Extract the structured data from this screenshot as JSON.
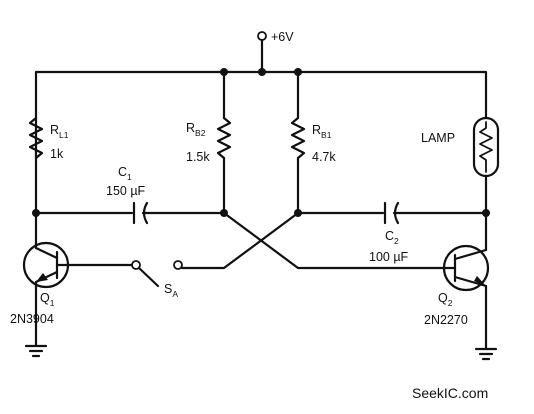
{
  "supply": {
    "label": "+6V"
  },
  "resistors": {
    "rl1": {
      "name": "R",
      "sub": "L1",
      "value": "1k"
    },
    "rb2": {
      "name": "R",
      "sub": "B2",
      "value": "1.5k"
    },
    "rb1": {
      "name": "R",
      "sub": "B1",
      "value": "4.7k"
    }
  },
  "capacitors": {
    "c1": {
      "name": "C",
      "sub": "1",
      "value": "150 µF"
    },
    "c2": {
      "name": "C",
      "sub": "2",
      "value": "100 µF"
    }
  },
  "lamp": {
    "label": "LAMP"
  },
  "transistors": {
    "q1": {
      "name": "Q",
      "sub": "1",
      "part": "2N3904"
    },
    "q2": {
      "name": "Q",
      "sub": "2",
      "part": "2N2270"
    }
  },
  "switch": {
    "name": "S",
    "sub": "A"
  },
  "watermark": {
    "text": "SeekIC.com"
  }
}
